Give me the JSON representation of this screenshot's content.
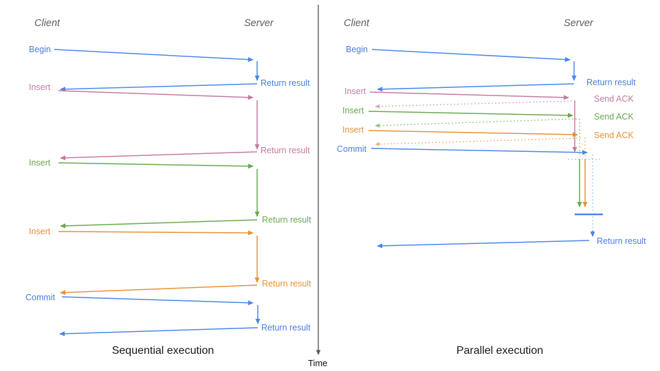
{
  "left_panel": {
    "title": "Sequential execution",
    "client_header": "Client",
    "server_header": "Server",
    "calls": [
      {
        "request": "Begin",
        "response": "Return result",
        "color": "#4a86e8"
      },
      {
        "request": "Insert",
        "response": "Return result",
        "color": "#c27ba0"
      },
      {
        "request": "Insert",
        "response": "Return result",
        "color": "#6aa84f"
      },
      {
        "request": "Insert",
        "response": "Return result",
        "color": "#e69138"
      },
      {
        "request": "Commit",
        "response": "Return result",
        "color": "#4a86e8"
      }
    ]
  },
  "right_panel": {
    "title": "Parallel execution",
    "client_header": "Client",
    "server_header": "Server",
    "calls": [
      {
        "request": "Begin",
        "response": "Return result",
        "color": "#4a86e8"
      },
      {
        "request": "Insert",
        "response": "Send ACK",
        "color": "#c27ba0"
      },
      {
        "request": "Insert",
        "response": "Send ACK",
        "color": "#6aa84f"
      },
      {
        "request": "Insert",
        "response": "Send ACK",
        "color": "#e69138"
      },
      {
        "request": "Commit",
        "response": "Return result",
        "color": "#4a86e8"
      }
    ]
  },
  "time_axis": {
    "label": "Time"
  },
  "colors": {
    "blue": "#4a86e8",
    "pink": "#c27ba0",
    "green": "#6aa84f",
    "orange": "#e69138",
    "light_blue": "#a4c2f4",
    "light_pink": "#d5a6bd",
    "light_green": "#93c47d",
    "light_orange": "#f6b26b",
    "axis_gray": "#595959"
  }
}
